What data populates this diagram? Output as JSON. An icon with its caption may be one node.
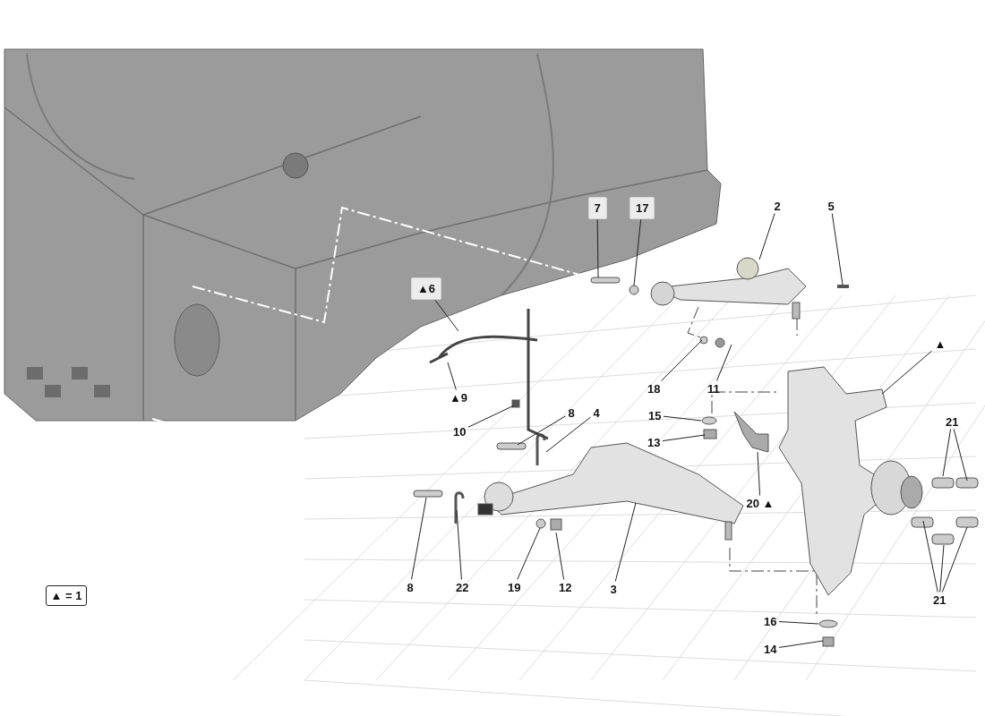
{
  "diagram": {
    "nodes": [
      {
        "text": [
          "7"
        ]
      },
      {
        "text": [
          "17"
        ]
      },
      {
        "text": [
          "▲6"
        ]
      },
      {
        "text": [
          "2"
        ]
      },
      {
        "text": [
          "5"
        ]
      },
      {
        "text": [
          "▲9"
        ]
      },
      {
        "text": [
          "▲"
        ]
      },
      {
        "text": [
          "18"
        ]
      },
      {
        "text": [
          "11"
        ]
      },
      {
        "text": [
          "15"
        ]
      },
      {
        "text": [
          "21"
        ]
      },
      {
        "text": [
          "10"
        ]
      },
      {
        "text": [
          "8"
        ]
      },
      {
        "text": [
          "4"
        ]
      },
      {
        "text": [
          "13"
        ]
      },
      {
        "text": [
          "20 ▲"
        ]
      },
      {
        "text": [
          "8"
        ]
      },
      {
        "text": [
          "22"
        ]
      },
      {
        "text": [
          "19"
        ]
      },
      {
        "text": [
          "12"
        ]
      },
      {
        "text": [
          "3"
        ]
      },
      {
        "text": [
          "21"
        ]
      },
      {
        "text": [
          "▲ = 1"
        ]
      },
      {
        "text": [
          "16"
        ]
      },
      {
        "text": [
          "14"
        ]
      }
    ],
    "edges": [
      {
        "from": 0,
        "to": null,
        "arrow": "none"
      },
      {
        "from": 1,
        "to": null,
        "arrow": "none"
      },
      {
        "from": 2,
        "to": null,
        "arrow": "none"
      },
      {
        "from": 3,
        "to": null,
        "arrow": "none"
      },
      {
        "from": 4,
        "to": null,
        "arrow": "none"
      },
      {
        "from": 5,
        "to": null,
        "arrow": "none"
      },
      {
        "from": 6,
        "to": null,
        "arrow": "none"
      },
      {
        "from": 7,
        "to": null,
        "arrow": "none"
      },
      {
        "from": 8,
        "to": null,
        "arrow": "none"
      },
      {
        "from": 9,
        "to": null,
        "arrow": "none"
      },
      {
        "from": 10,
        "to": null,
        "arrow": "none"
      },
      {
        "from": 10,
        "to": null,
        "arrow": "none"
      },
      {
        "from": 11,
        "to": null,
        "arrow": "none"
      },
      {
        "from": 12,
        "to": null,
        "arrow": "none"
      },
      {
        "from": 13,
        "to": null,
        "arrow": "none"
      },
      {
        "from": 14,
        "to": null,
        "arrow": "none"
      },
      {
        "from": 15,
        "to": null,
        "arrow": "none"
      },
      {
        "from": 16,
        "to": null,
        "arrow": "none"
      },
      {
        "from": 17,
        "to": null,
        "arrow": "none"
      },
      {
        "from": 18,
        "to": null,
        "arrow": "none"
      },
      {
        "from": 19,
        "to": null,
        "arrow": "none"
      },
      {
        "from": 20,
        "to": null,
        "arrow": "none"
      },
      {
        "from": 21,
        "to": null,
        "arrow": "none"
      },
      {
        "from": 21,
        "to": null,
        "arrow": "none"
      },
      {
        "from": 21,
        "to": null,
        "arrow": "none"
      },
      {
        "from": 23,
        "to": null,
        "arrow": "none"
      },
      {
        "from": 24,
        "to": null,
        "arrow": "none"
      }
    ]
  }
}
